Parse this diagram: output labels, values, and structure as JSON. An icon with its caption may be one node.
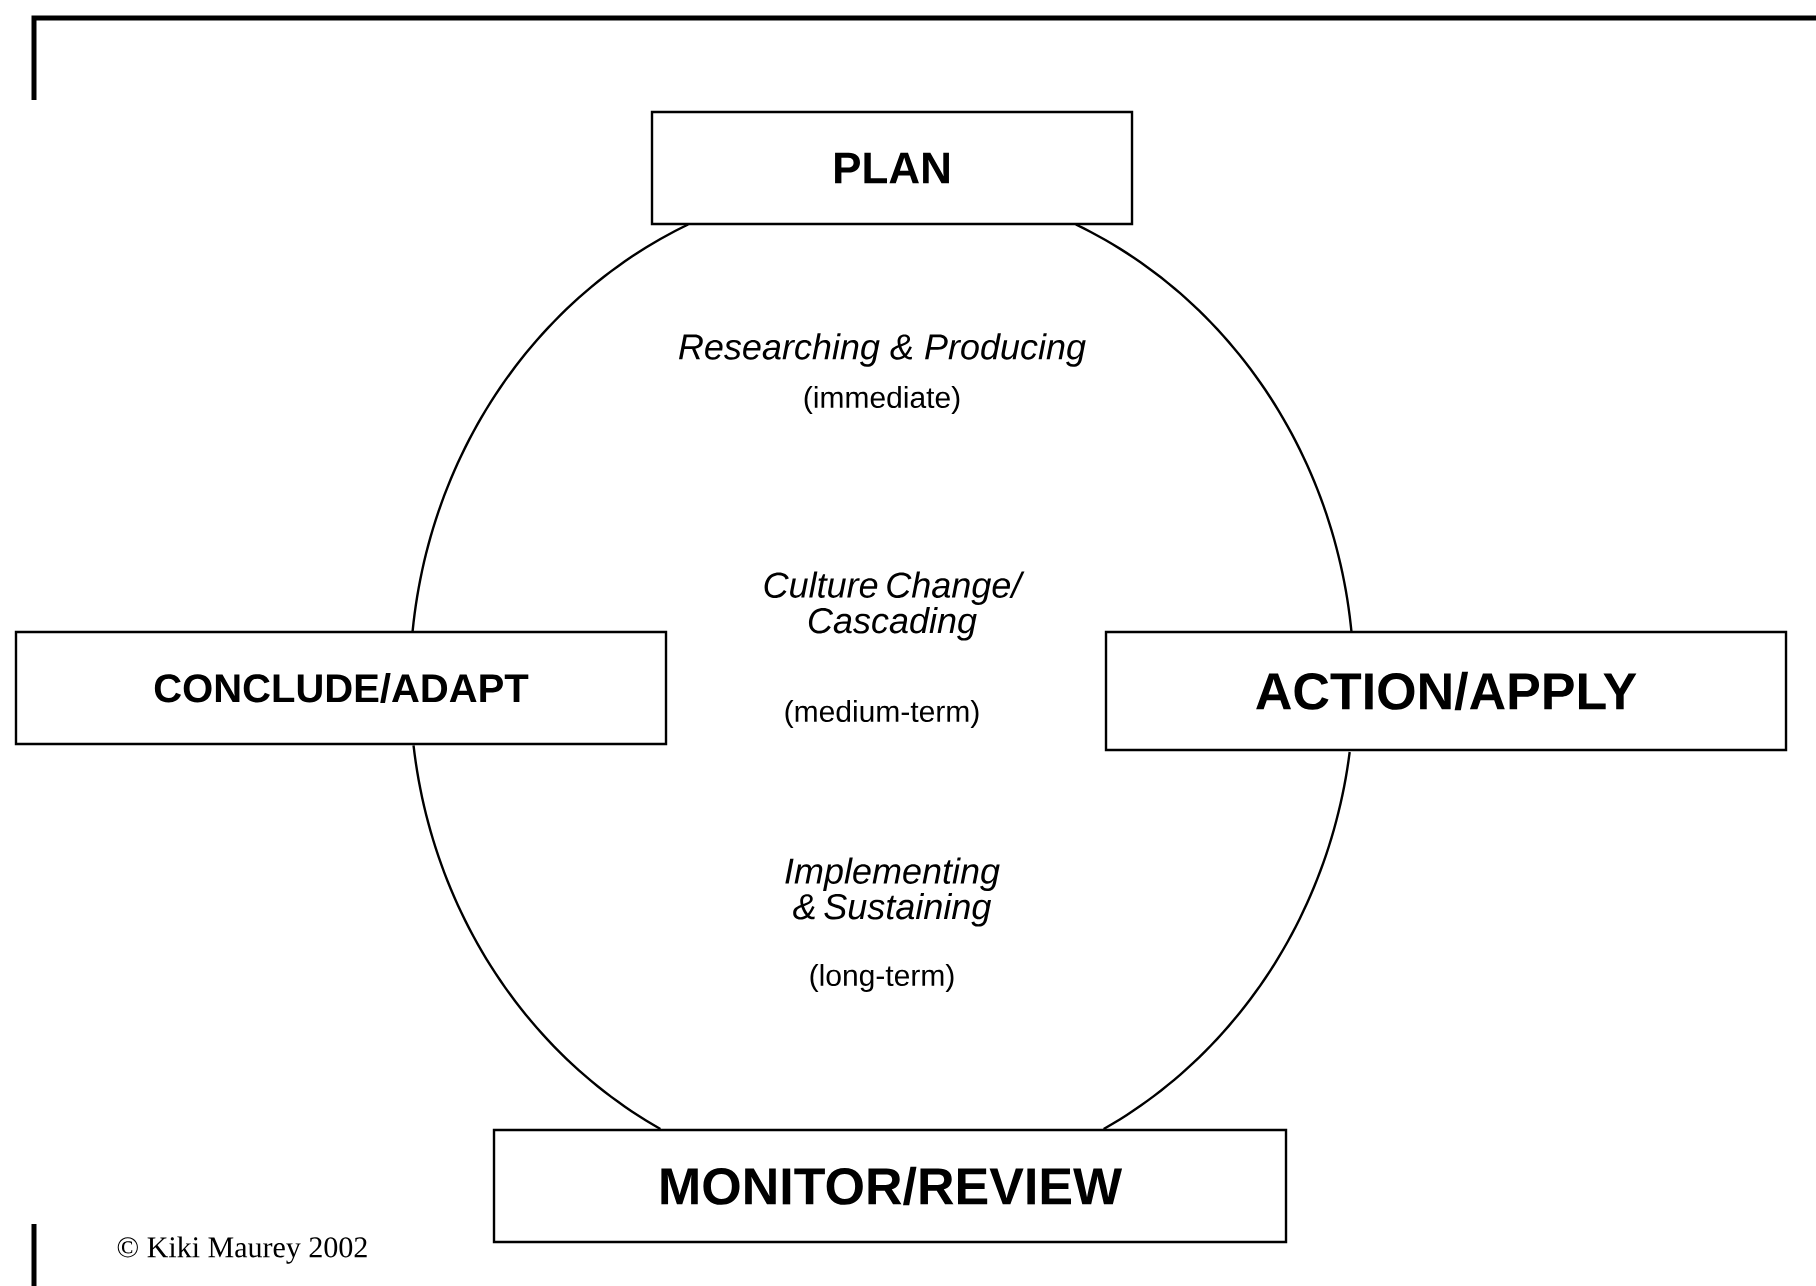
{
  "diagram": {
    "nodes": [
      {
        "text": [
          "PLAN"
        ]
      },
      {
        "text": [
          "ACTION/APPLY"
        ]
      },
      {
        "text": [
          "MONITOR/REVIEW"
        ]
      },
      {
        "text": [
          "CONCLUDE/ADAPT"
        ]
      }
    ],
    "edges": [
      {
        "from": 0,
        "to": 1,
        "arrow": "none"
      },
      {
        "from": 1,
        "to": 2,
        "arrow": "none"
      },
      {
        "from": 2,
        "to": 3,
        "arrow": "none"
      },
      {
        "from": 3,
        "to": 0,
        "arrow": "none"
      }
    ],
    "labels": [
      "Researching & Producing",
      "(immediate)",
      "Culture Change/ Cascading",
      "(medium-term)",
      "Implementing & Sustaining",
      "(long-term)",
      "© Kiki Maurey 2002"
    ]
  }
}
